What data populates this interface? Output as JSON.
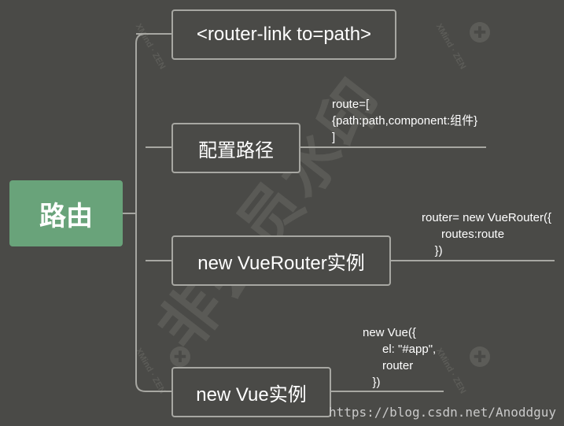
{
  "root": {
    "label": "路由"
  },
  "branches": [
    {
      "label": "<router-link to=path>",
      "note": ""
    },
    {
      "label": "配置路径",
      "note": "route=[\n{path:path,component:组件}\n]"
    },
    {
      "label": "new VueRouter实例",
      "note": "router= new VueRouter({\n      routes:route\n    })"
    },
    {
      "label": "new Vue实例",
      "note": "new Vue({\n      el: \"#app\",\n      router\n   })"
    }
  ],
  "watermark": {
    "text": "非会员水印",
    "brand": "XMind · ZEN",
    "url": "https://blog.csdn.net/Anoddguy"
  },
  "colors": {
    "background": "#4a4a47",
    "root_fill": "#69a37a",
    "connector": "#a7a7a2",
    "text": "#ffffff"
  }
}
